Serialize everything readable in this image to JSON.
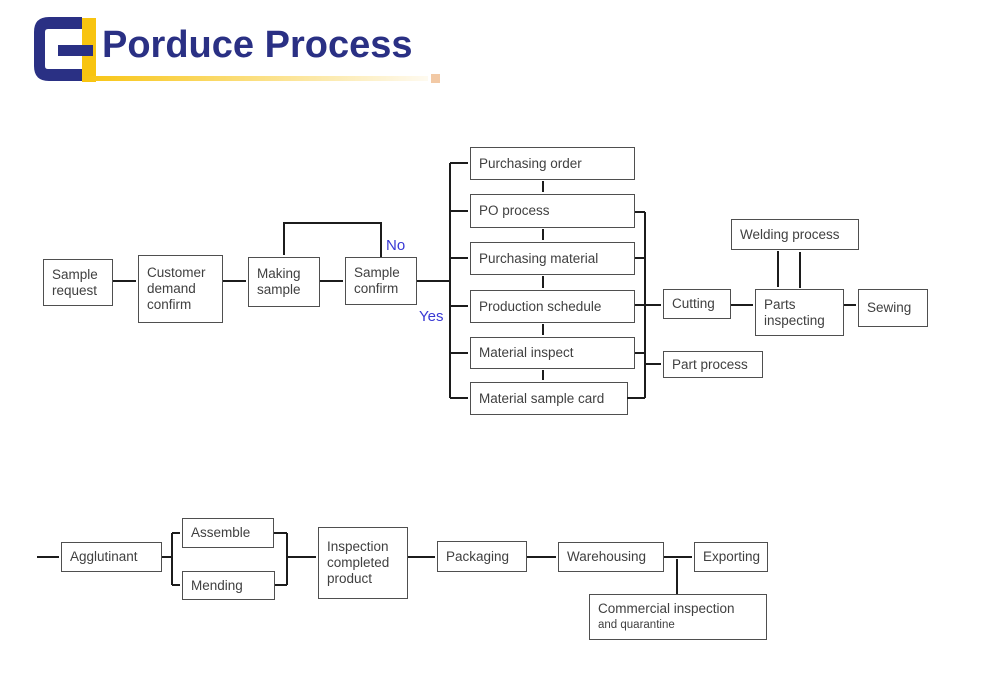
{
  "header": {
    "title": "Porduce Process",
    "logo_name": "GI company logo"
  },
  "colors": {
    "navy": "#2a3084",
    "gold": "#f8c410",
    "blue": "#3838d4",
    "line": "#1c1c1c"
  },
  "decision_labels": {
    "no": "No",
    "yes": "Yes"
  },
  "flowchart": {
    "nodes": [
      {
        "id": "sample-request",
        "label": "Sample\nrequest"
      },
      {
        "id": "customer-demand-confirm",
        "label": "Customer\ndemand\nconfirm"
      },
      {
        "id": "making-sample",
        "label": "Making\nsample"
      },
      {
        "id": "sample-confirm",
        "label": "Sample\nconfirm"
      },
      {
        "id": "purchasing-order",
        "label": "Purchasing order"
      },
      {
        "id": "po-process",
        "label": "PO process"
      },
      {
        "id": "purchasing-material",
        "label": "Purchasing material"
      },
      {
        "id": "production-schedule",
        "label": "Production schedule"
      },
      {
        "id": "material-inspect",
        "label": "Material inspect"
      },
      {
        "id": "material-sample-card",
        "label": "Material sample card"
      },
      {
        "id": "cutting",
        "label": "Cutting"
      },
      {
        "id": "part-process",
        "label": "Part process"
      },
      {
        "id": "welding-process",
        "label": "Welding process"
      },
      {
        "id": "parts-inspecting",
        "label": "Parts\ninspecting"
      },
      {
        "id": "sewing",
        "label": "Sewing"
      },
      {
        "id": "agglutinant",
        "label": "Agglutinant"
      },
      {
        "id": "assemble",
        "label": "Assemble"
      },
      {
        "id": "mending",
        "label": "Mending"
      },
      {
        "id": "inspection-completed-product",
        "label": "Inspection\ncompleted\nproduct"
      },
      {
        "id": "packaging",
        "label": "Packaging"
      },
      {
        "id": "warehousing",
        "label": "Warehousing"
      },
      {
        "id": "exporting",
        "label": "Exporting"
      },
      {
        "id": "commercial-inspection",
        "label": "Commercial inspection",
        "label2": "and quarantine"
      }
    ],
    "edges": [
      [
        "sample-request",
        "customer-demand-confirm"
      ],
      [
        "customer-demand-confirm",
        "making-sample"
      ],
      [
        "making-sample",
        "sample-confirm"
      ],
      [
        "sample-confirm",
        "making-sample",
        "No"
      ],
      [
        "sample-confirm",
        "purchasing-order",
        "Yes"
      ],
      [
        "sample-confirm",
        "po-process",
        "Yes"
      ],
      [
        "sample-confirm",
        "purchasing-material",
        "Yes"
      ],
      [
        "sample-confirm",
        "production-schedule",
        "Yes"
      ],
      [
        "sample-confirm",
        "material-inspect",
        "Yes"
      ],
      [
        "sample-confirm",
        "material-sample-card",
        "Yes"
      ],
      [
        "purchasing-order",
        "po-process"
      ],
      [
        "po-process",
        "purchasing-material"
      ],
      [
        "purchasing-material",
        "production-schedule"
      ],
      [
        "production-schedule",
        "material-inspect"
      ],
      [
        "material-inspect",
        "material-sample-card"
      ],
      [
        "production-schedule",
        "cutting"
      ],
      [
        "po-process",
        "cutting"
      ],
      [
        "purchasing-material",
        "cutting"
      ],
      [
        "material-inspect",
        "part-process"
      ],
      [
        "material-sample-card",
        "part-process"
      ],
      [
        "cutting",
        "parts-inspecting"
      ],
      [
        "welding-process",
        "parts-inspecting"
      ],
      [
        "parts-inspecting",
        "welding-process"
      ],
      [
        "parts-inspecting",
        "sewing"
      ],
      [
        "start",
        "agglutinant"
      ],
      [
        "agglutinant",
        "assemble"
      ],
      [
        "agglutinant",
        "mending"
      ],
      [
        "assemble",
        "inspection-completed-product"
      ],
      [
        "mending",
        "inspection-completed-product"
      ],
      [
        "inspection-completed-product",
        "packaging"
      ],
      [
        "packaging",
        "warehousing"
      ],
      [
        "warehousing",
        "exporting"
      ],
      [
        "commercial-inspection",
        "exporting"
      ]
    ]
  }
}
